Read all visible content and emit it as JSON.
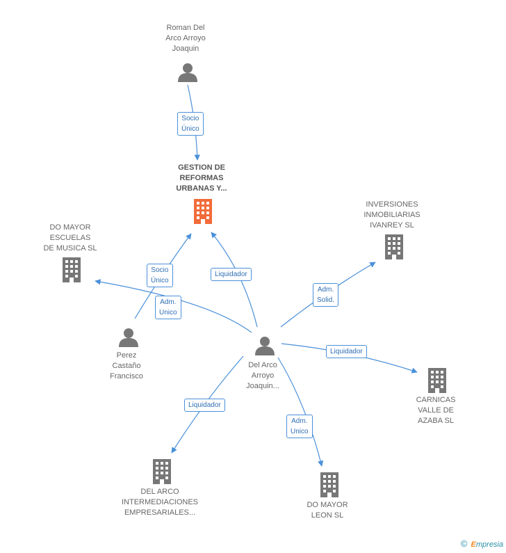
{
  "colors": {
    "edge": "#4a90d9",
    "person": "#777777",
    "company": "#777777",
    "main_company": "#f26b3a"
  },
  "nodes": {
    "roman": {
      "label": "Roman Del\nArco Arroyo\nJoaquin",
      "icon": "person-icon"
    },
    "gestion": {
      "label": "GESTION DE\nREFORMAS\nURBANAS Y...",
      "icon": "building-icon"
    },
    "domayor_escuelas": {
      "label": "DO MAYOR\nESCUELAS\nDE MUSICA SL",
      "icon": "building-icon"
    },
    "inversiones": {
      "label": "INVERSIONES\nINMOBILIARIAS\nIVANREY  SL",
      "icon": "building-icon"
    },
    "perez": {
      "label": "Perez\nCastaño\nFrancisco",
      "icon": "person-icon"
    },
    "delarco": {
      "label": "Del Arco\nArroyo\nJoaquin...",
      "icon": "person-icon"
    },
    "carnicas": {
      "label": "CARNICAS\nVALLE DE\nAZABA SL",
      "icon": "building-icon"
    },
    "intermediaciones": {
      "label": "DEL ARCO\nINTERMEDIACIONES\nEMPRESARIALES...",
      "icon": "building-icon"
    },
    "domayor_leon": {
      "label": "DO MAYOR\nLEON SL",
      "icon": "building-icon"
    }
  },
  "edges": {
    "roman_gestion": {
      "label": "Socio\nÚnico"
    },
    "perez_gestion": {
      "label": "Socio\nÚnico"
    },
    "delarco_gestion": {
      "label": "Liquidador"
    },
    "delarco_escuelas": {
      "label": "Adm.\nUnico"
    },
    "delarco_inversiones": {
      "label": "Adm.\nSolid."
    },
    "delarco_carnicas": {
      "label": "Liquidador"
    },
    "delarco_intermediaciones": {
      "label": "Liquidador"
    },
    "delarco_leon": {
      "label": "Adm.\nUnico"
    }
  },
  "footer": {
    "copyright": "©",
    "brand_initial": "E",
    "brand_rest": "mpresia"
  }
}
